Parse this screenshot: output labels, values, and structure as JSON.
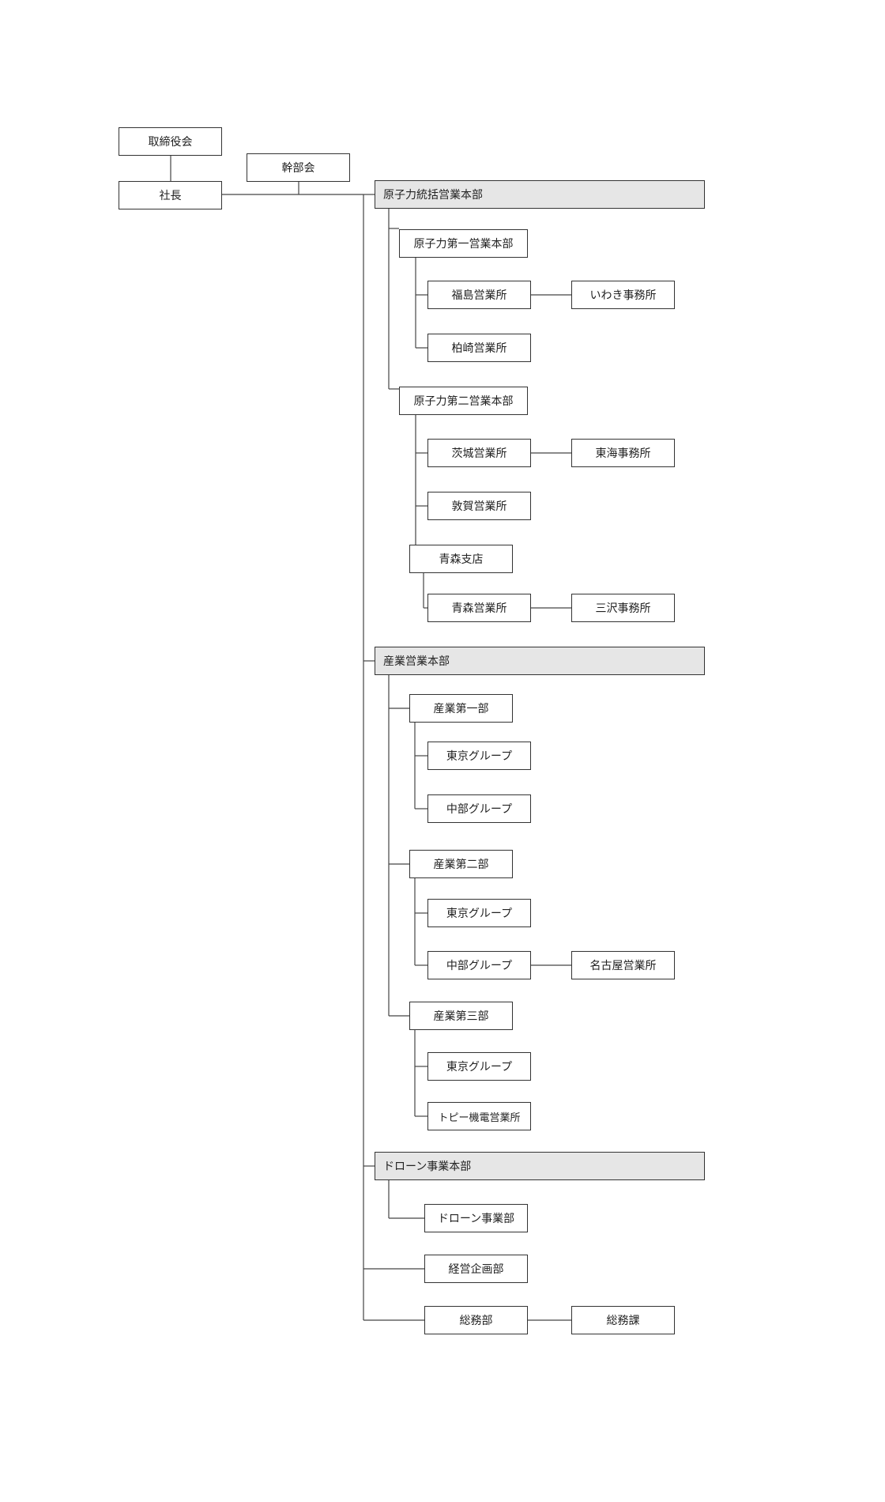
{
  "org_chart": {
    "board": "取締役会",
    "president": "社長",
    "executive_committee": "幹部会",
    "nuclear_hq": {
      "name": "原子力統括営業本部",
      "first_hq": {
        "name": "原子力第一営業本部",
        "fukushima": "福島営業所",
        "iwaki": "いわき事務所",
        "kashiwazaki": "柏崎営業所"
      },
      "second_hq": {
        "name": "原子力第二営業本部",
        "ibaraki": "茨城営業所",
        "tokai": "東海事務所",
        "tsuruga": "敦賀営業所",
        "aomori_branch": "青森支店",
        "aomori_office": "青森営業所",
        "misawa": "三沢事務所"
      }
    },
    "industrial_hq": {
      "name": "産業営業本部",
      "dept1": {
        "name": "産業第一部",
        "tokyo": "東京グループ",
        "chubu": "中部グループ"
      },
      "dept2": {
        "name": "産業第二部",
        "tokyo": "東京グループ",
        "chubu": "中部グループ",
        "nagoya": "名古屋営業所"
      },
      "dept3": {
        "name": "産業第三部",
        "tokyo": "東京グループ",
        "topy": "トピー機電営業所"
      }
    },
    "drone_hq": {
      "name": "ドローン事業本部",
      "drone_dept": "ドローン事業部"
    },
    "planning_dept": "経営企画部",
    "general_affairs": {
      "name": "総務部",
      "section": "総務課"
    }
  }
}
